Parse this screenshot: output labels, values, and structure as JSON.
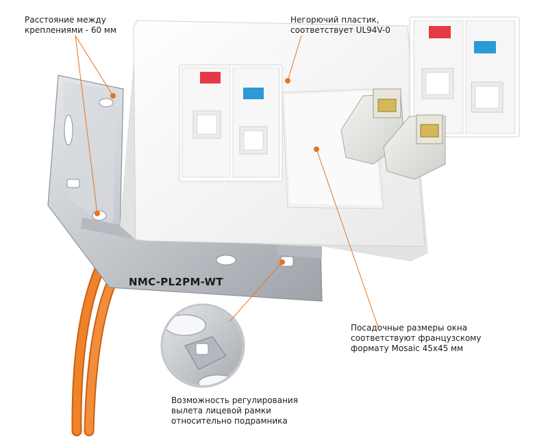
{
  "labels": {
    "mount_spacing": [
      "Расстояние между",
      "креплениями - 60 мм"
    ],
    "plastic": [
      "Негорючий пластик,",
      "соответствует UL94V-0"
    ],
    "window_size": [
      "Посадочные размеры окна",
      "соответствуют французскому",
      "формату Mosaic 45x45 мм"
    ],
    "adjustment": [
      "Возможность регулирования",
      "вылета лицевой рамки",
      "относительно подрамника"
    ]
  },
  "model": "NMC-PL2PM-WT",
  "icons": {
    "cable": "orange-utp-cable-icon",
    "jack": "keystone-jack-icon",
    "frame": "metal-subframe-icon",
    "plate": "white-face-plate-icon",
    "module": "rj45-module-icon"
  },
  "colors": {
    "cable": "#f0822a",
    "leader": "#e8731e",
    "metal": "#c9ccd1",
    "plate": "#f6f6f6",
    "label_red": "#e63946",
    "label_blue": "#2b9ad6"
  }
}
